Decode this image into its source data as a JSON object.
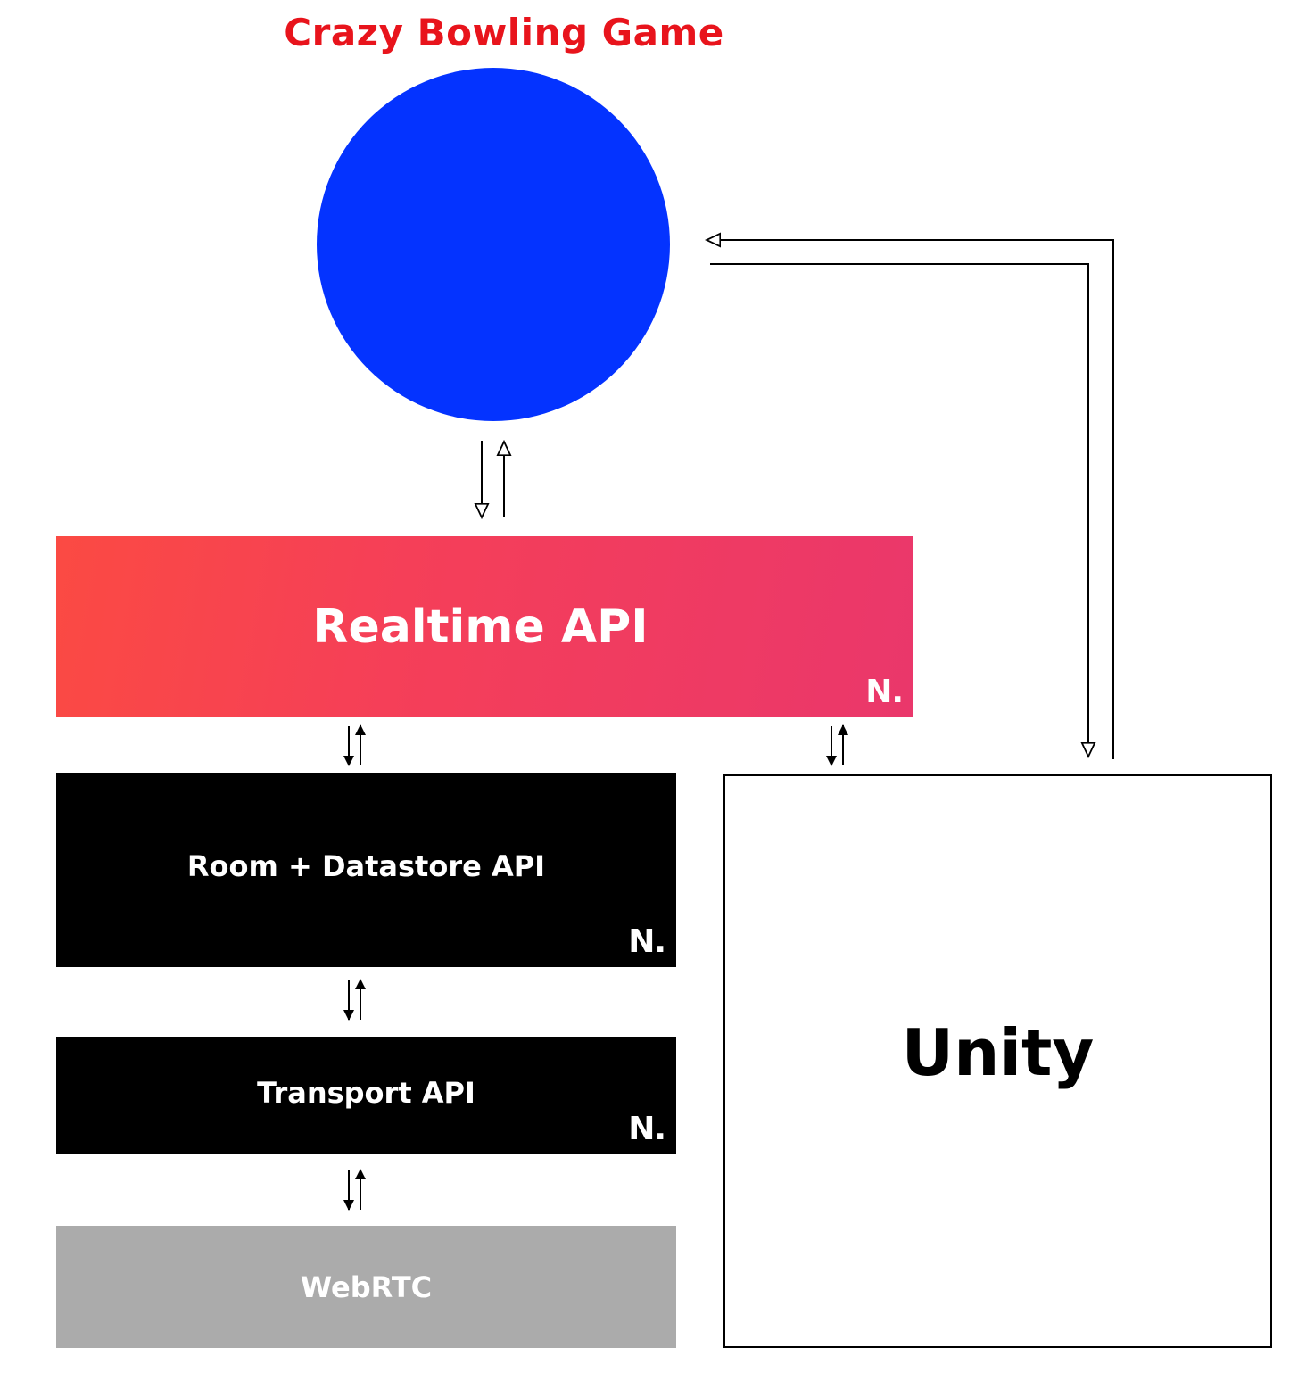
{
  "title": "Crazy Bowling Game",
  "colors": {
    "title": "#e8141c",
    "circle": "#0433ff",
    "realtime_gradient_start": "#fb4a43",
    "realtime_gradient_end": "#ea376b",
    "dark_box": "#000000",
    "webrtc_box": "#ababab"
  },
  "nodes": {
    "game_circle": {
      "shape": "circle",
      "label": ""
    },
    "realtime_api": {
      "label": "Realtime API",
      "logo": "N."
    },
    "room_datastore_api": {
      "label": "Room + Datastore API",
      "logo": "N."
    },
    "transport_api": {
      "label": "Transport API",
      "logo": "N."
    },
    "webrtc": {
      "label": "WebRTC"
    },
    "unity": {
      "label": "Unity"
    }
  },
  "connections": [
    {
      "from": "game_circle",
      "to": "realtime_api",
      "direction": "bidirectional",
      "arrow_style": "hollow"
    },
    {
      "from": "realtime_api",
      "to": "room_datastore_api",
      "direction": "bidirectional",
      "arrow_style": "filled"
    },
    {
      "from": "realtime_api",
      "to": "unity",
      "direction": "bidirectional",
      "arrow_style": "filled"
    },
    {
      "from": "room_datastore_api",
      "to": "transport_api",
      "direction": "bidirectional",
      "arrow_style": "filled"
    },
    {
      "from": "transport_api",
      "to": "webrtc",
      "direction": "bidirectional",
      "arrow_style": "filled"
    },
    {
      "from": "game_circle",
      "to": "unity",
      "direction": "bidirectional",
      "arrow_style": "hollow",
      "routing": "elbow"
    }
  ]
}
